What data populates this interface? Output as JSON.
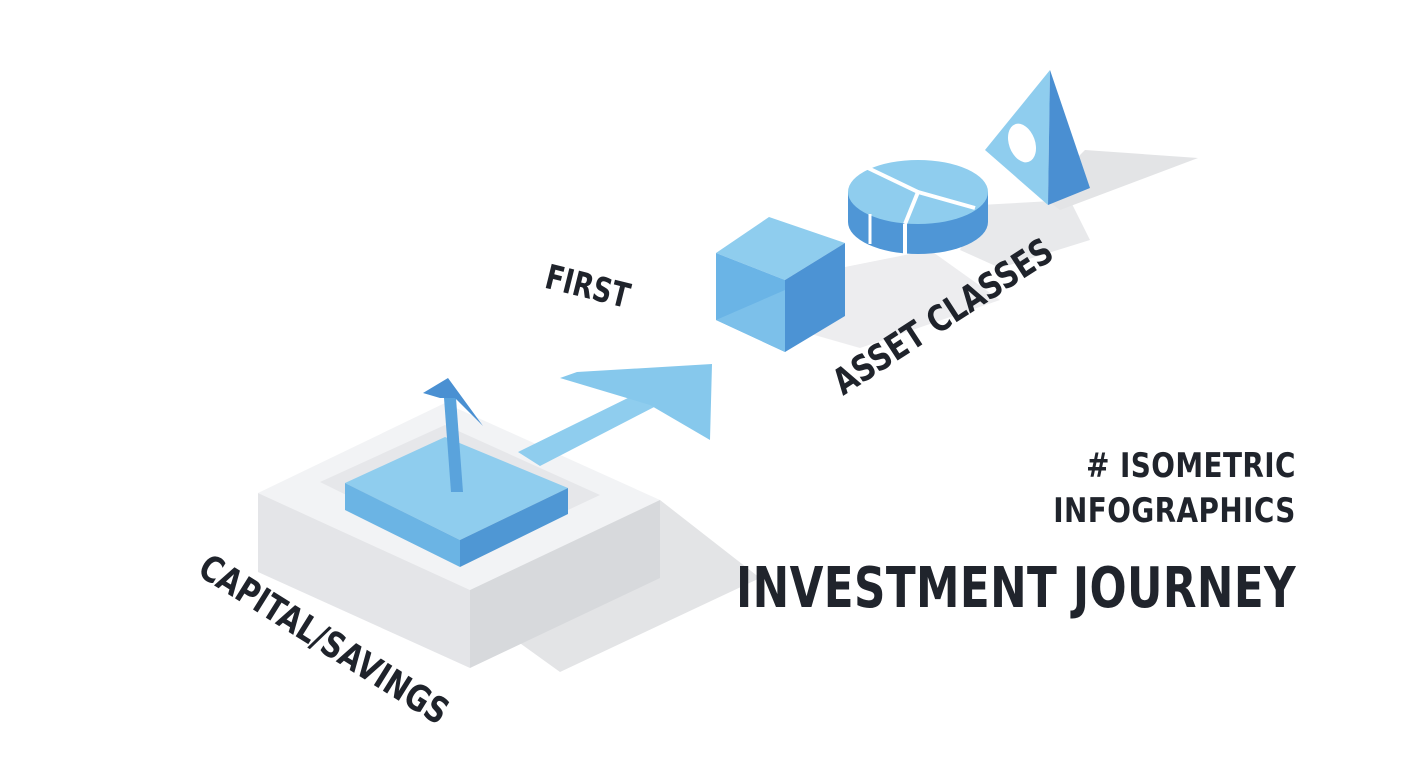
{
  "labels": {
    "first": "FIRST",
    "capital": "CAPITAL/SAVINGS",
    "asset_classes": "ASSET CLASSES"
  },
  "side": {
    "tag_line1": "# ISOMETRIC",
    "tag_line2": "INFOGRAPHICS",
    "title": "INVESTMENT JOURNEY"
  },
  "colors": {
    "blue_light": "#8fcdee",
    "blue_mid": "#5fa8df",
    "blue_dark": "#4a90d2",
    "platform_top": "#f1f2f4",
    "platform_side": "#d9dbde",
    "shadow": "#e3e4e6",
    "text": "#1f232b"
  }
}
